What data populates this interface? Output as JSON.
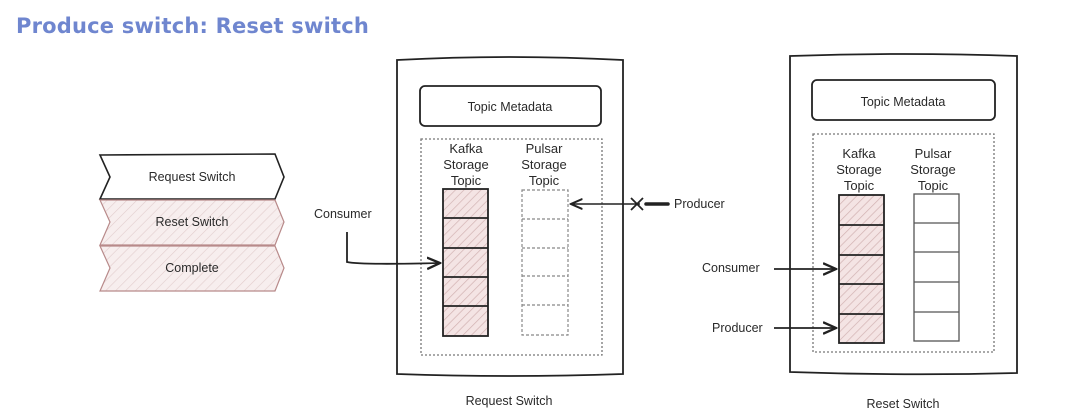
{
  "title": "Produce switch: Reset switch",
  "colors": {
    "title": "#6f86cf",
    "hatch_fill": "#f4e4e4",
    "hatch_line": "#c9a6a6",
    "stroke": "#222222"
  },
  "steps": {
    "items": [
      {
        "label": "Request Switch",
        "state": "active"
      },
      {
        "label": "Reset Switch",
        "state": "hatched"
      },
      {
        "label": "Complete",
        "state": "hatched"
      }
    ]
  },
  "panels": [
    {
      "caption": "Request Switch",
      "metadata_label": "Topic Metadata",
      "kafka_label": [
        "Kafka",
        "Storage",
        "Topic"
      ],
      "pulsar_label": [
        "Pulsar",
        "Storage",
        "Topic"
      ],
      "consumer_label": "Consumer",
      "producer_label": "Producer",
      "producer_blocked": true
    },
    {
      "caption": "Reset Switch",
      "metadata_label": "Topic Metadata",
      "kafka_label": [
        "Kafka",
        "Storage",
        "Topic"
      ],
      "pulsar_label": [
        "Pulsar",
        "Storage",
        "Topic"
      ],
      "consumer_label": "Consumer",
      "producer_label": "Producer",
      "producer_blocked": false
    }
  ]
}
